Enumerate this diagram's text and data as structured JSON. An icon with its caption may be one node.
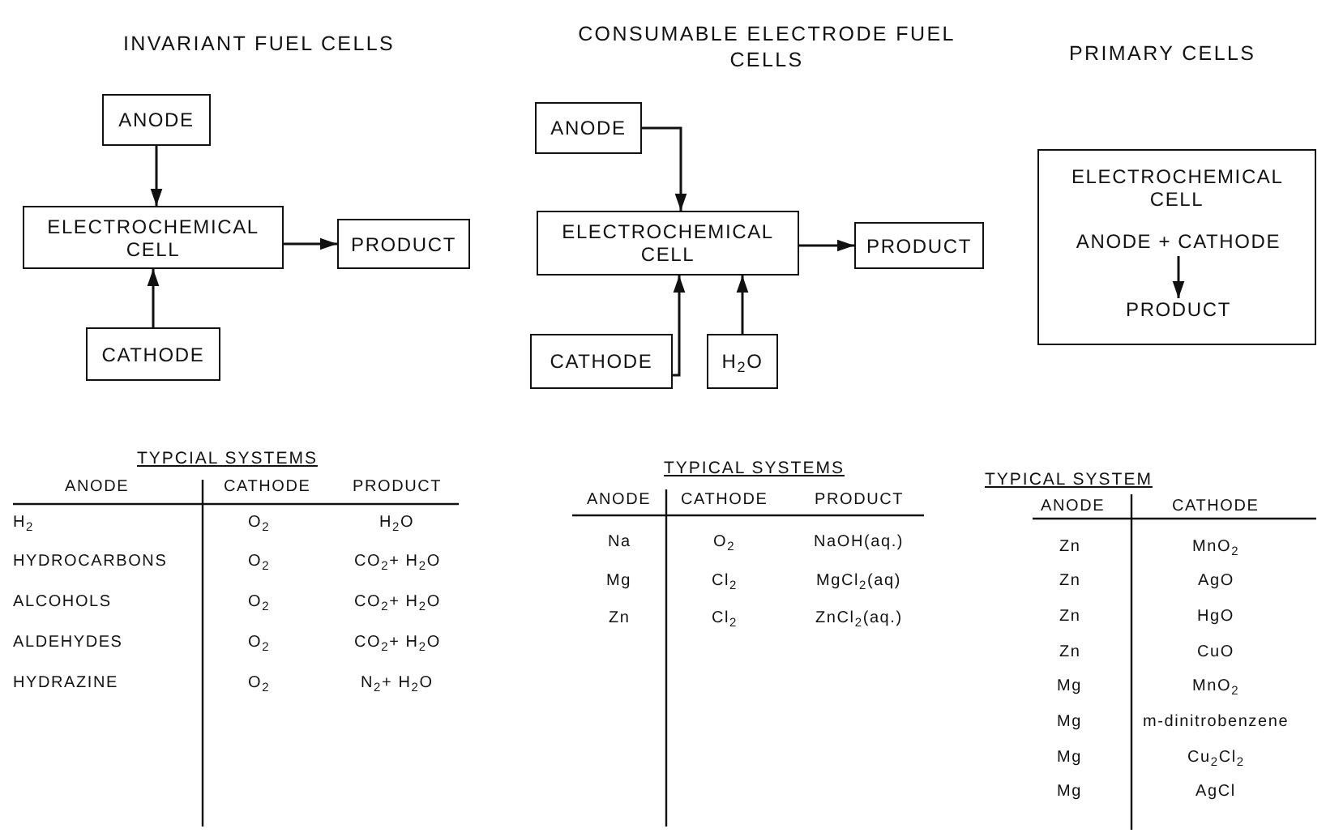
{
  "diagram": {
    "nodes": [
      {
        "text": [
          "ANODE"
        ]
      },
      {
        "text": [
          "ELECTROCHEMICAL CELL"
        ]
      },
      {
        "text": [
          "PRODUCT"
        ]
      },
      {
        "text": [
          "CATHODE"
        ]
      },
      {
        "text": [
          "ANODE"
        ]
      },
      {
        "text": [
          "ELECTROCHEMICAL CELL"
        ]
      },
      {
        "text": [
          "PRODUCT"
        ]
      },
      {
        "text": [
          "CATHODE"
        ]
      },
      {
        "text": [
          "H$_{2}$O"
        ]
      },
      {
        "text": [
          "ELECTROCHEMICAL CELL"
        ]
      },
      {
        "text": [
          "ANODE + CATHODE"
        ],
        "in": 9
      },
      {
        "text": [
          "PRODUCT"
        ],
        "in": 9
      }
    ],
    "edges": [
      {
        "from": 0,
        "to": 1,
        "arrow": "to"
      },
      {
        "from": 3,
        "to": 1,
        "arrow": "to"
      },
      {
        "from": 1,
        "to": 2,
        "arrow": "to"
      },
      {
        "from": 4,
        "to": 5,
        "arrow": "to"
      },
      {
        "from": 7,
        "to": 5,
        "arrow": "to"
      },
      {
        "from": 8,
        "to": 5,
        "arrow": "to"
      },
      {
        "from": 5,
        "to": 6,
        "arrow": "to"
      },
      {
        "from": 10,
        "to": 11,
        "arrow": "to"
      }
    ],
    "labels": [
      "INVARIANT FUEL CELLS",
      "CONSUMABLE ELECTRODE FUEL CELLS",
      "PRIMARY CELLS",
      "TYPCIAL SYSTEMS",
      "ANODE",
      "CATHODE",
      "PRODUCT",
      "H$_{2}$",
      "O$_{2}$",
      "H$_{2}$O",
      "HYDROCARBONS",
      "O$_{2}$",
      "CO$_{2}$+ H$_{2}$O",
      "ALCOHOLS",
      "O$_{2}$",
      "CO$_{2}$+ H$_{2}$O",
      "ALDEHYDES",
      "O$_{2}$",
      "CO$_{2}$+ H$_{2}$O",
      "HYDRAZINE",
      "O$_{2}$",
      "N$_{2}$+ H$_{2}$O",
      "TYPICAL SYSTEMS",
      "ANODE",
      "CATHODE",
      "PRODUCT",
      "Na",
      "O$_{2}$",
      "NaOH(aq.)",
      "Mg",
      "Cl$_{2}$",
      "MgCl$_{2}$(aq)",
      "Zn",
      "Cl$_{2}$",
      "ZnCl$_{2}$(aq.)",
      "TYPICAL SYSTEM",
      "ANODE",
      "CATHODE",
      "Zn",
      "MnO$_{2}$",
      "Zn",
      "AgO",
      "Zn",
      "HgO",
      "Zn",
      "CuO",
      "Mg",
      "MnO$_{2}$",
      "Mg",
      "m-dinitrobenzene",
      "Mg",
      "Cu$_{2}$Cl$_{2}$",
      "Mg",
      "AgCl"
    ]
  }
}
